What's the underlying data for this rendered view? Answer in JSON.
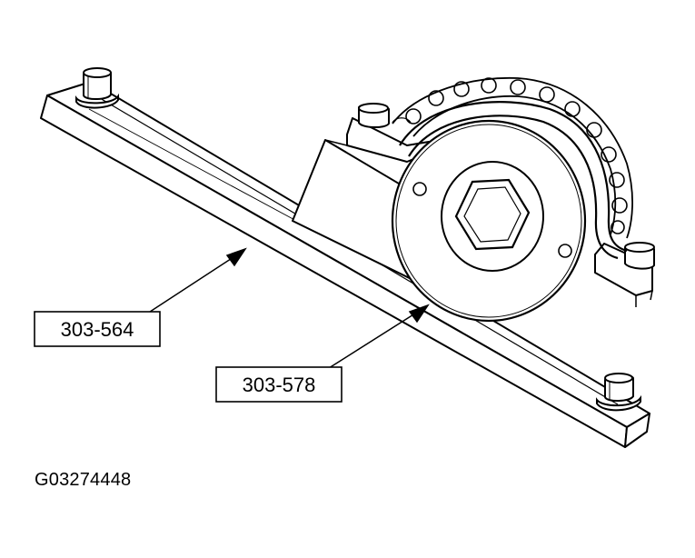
{
  "callouts": [
    {
      "label": "303-564"
    },
    {
      "label": "303-578"
    }
  ],
  "figure_id": "G03274448",
  "colors": {
    "line": "#000000",
    "label_fill": "#ffffff",
    "background": "#ffffff"
  }
}
